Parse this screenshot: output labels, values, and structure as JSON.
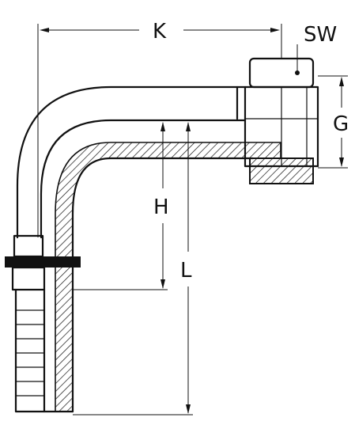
{
  "labels": {
    "k": "K",
    "sw": "SW",
    "g": "G",
    "h": "H",
    "l": "L"
  }
}
